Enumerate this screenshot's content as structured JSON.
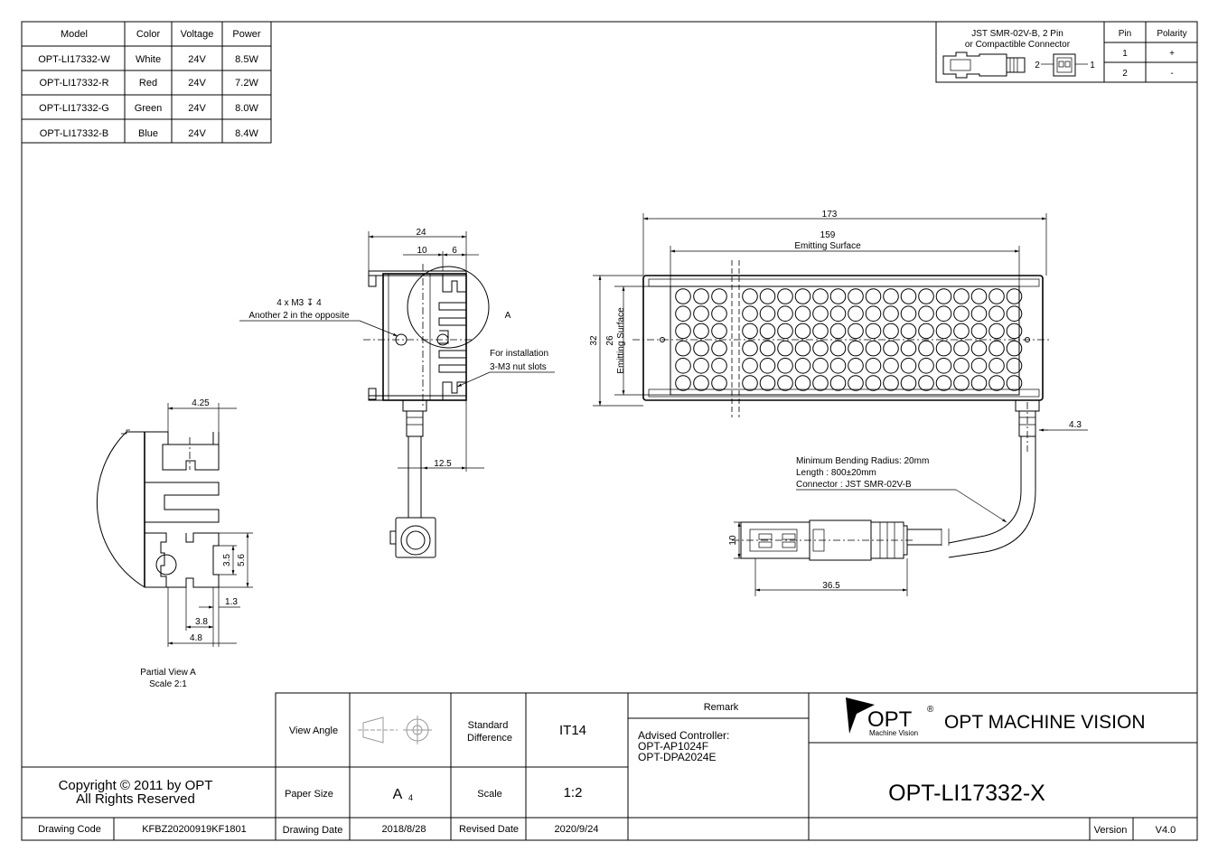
{
  "models_table": {
    "headers": [
      "Model",
      "Color",
      "Voltage",
      "Power"
    ],
    "rows": [
      [
        "OPT-LI17332-W",
        "White",
        "24V",
        "8.5W"
      ],
      [
        "OPT-LI17332-R",
        "Red",
        "24V",
        "7.2W"
      ],
      [
        "OPT-LI17332-G",
        "Green",
        "24V",
        "8.0W"
      ],
      [
        "OPT-LI17332-B",
        "Blue",
        "24V",
        "8.4W"
      ]
    ]
  },
  "connector_table": {
    "title_line1": "JST SMR-02V-B, 2 Pin",
    "title_line2": "or Compactible Connector",
    "pin_header": "Pin",
    "polarity_header": "Polarity",
    "rows": [
      [
        "1",
        "+"
      ],
      [
        "2",
        "-"
      ]
    ],
    "pin_label_2": "2",
    "pin_label_1": "1"
  },
  "side_view": {
    "dim_24": "24",
    "dim_10": "10",
    "dim_6": "6",
    "dim_12_5": "12.5",
    "screw_note": "4 x M3 ↧ 4",
    "screw_note_2": "Another 2 in the opposite",
    "detail_label": "A",
    "install_note_1": "For installation",
    "install_note_2": "3-M3 nut slots"
  },
  "front_view": {
    "dim_173": "173",
    "dim_159": "159",
    "emitting_surface": "Emitting Surface",
    "dim_32": "32",
    "dim_26": "26",
    "emitting_surface_v": "Emitting Surface",
    "dim_4_3": "4.3",
    "cable_note_1": "Minimum Bending Radius: 20mm",
    "cable_note_2": "Length : 800±20mm",
    "cable_note_3": "Connector : JST SMR-02V-B",
    "dim_10": "10",
    "dim_36_5": "36.5"
  },
  "partial_view": {
    "dim_4_25": "4.25",
    "dim_3_5": "3.5",
    "dim_5_6": "5.6",
    "dim_1_3": "1.3",
    "dim_3_8": "3.8",
    "dim_4_8": "4.8",
    "caption_1": "Partial View A",
    "caption_2": "Scale 2:1"
  },
  "title_block": {
    "view_angle": "View Angle",
    "standard_difference_1": "Standard",
    "standard_difference_2": "Difference",
    "it_grade": "IT14",
    "remark": "Remark",
    "advised_1": "Advised Controller:",
    "advised_2": "OPT-AP1024F",
    "advised_3": "OPT-DPA2024E",
    "logo_text": "OPT",
    "logo_reg": "®",
    "logo_sub": "Machine Vision",
    "company": "OPT MACHINE VISION",
    "copyright_1": "Copyright © 2011 by OPT",
    "copyright_2": "All Rights Reserved",
    "paper_size": "Paper Size",
    "paper_value": "A",
    "paper_sub": "4",
    "scale_label": "Scale",
    "scale_value": "1:2",
    "drawing_code_label": "Drawing Code",
    "drawing_code": "KFBZ20200919KF1801",
    "drawing_date_label": "Drawing Date",
    "drawing_date": "2018/8/28",
    "revised_date_label": "Revised Date",
    "revised_date": "2020/9/24",
    "product": "OPT-LI17332-X",
    "version_label": "Version",
    "version": "V4.0"
  }
}
